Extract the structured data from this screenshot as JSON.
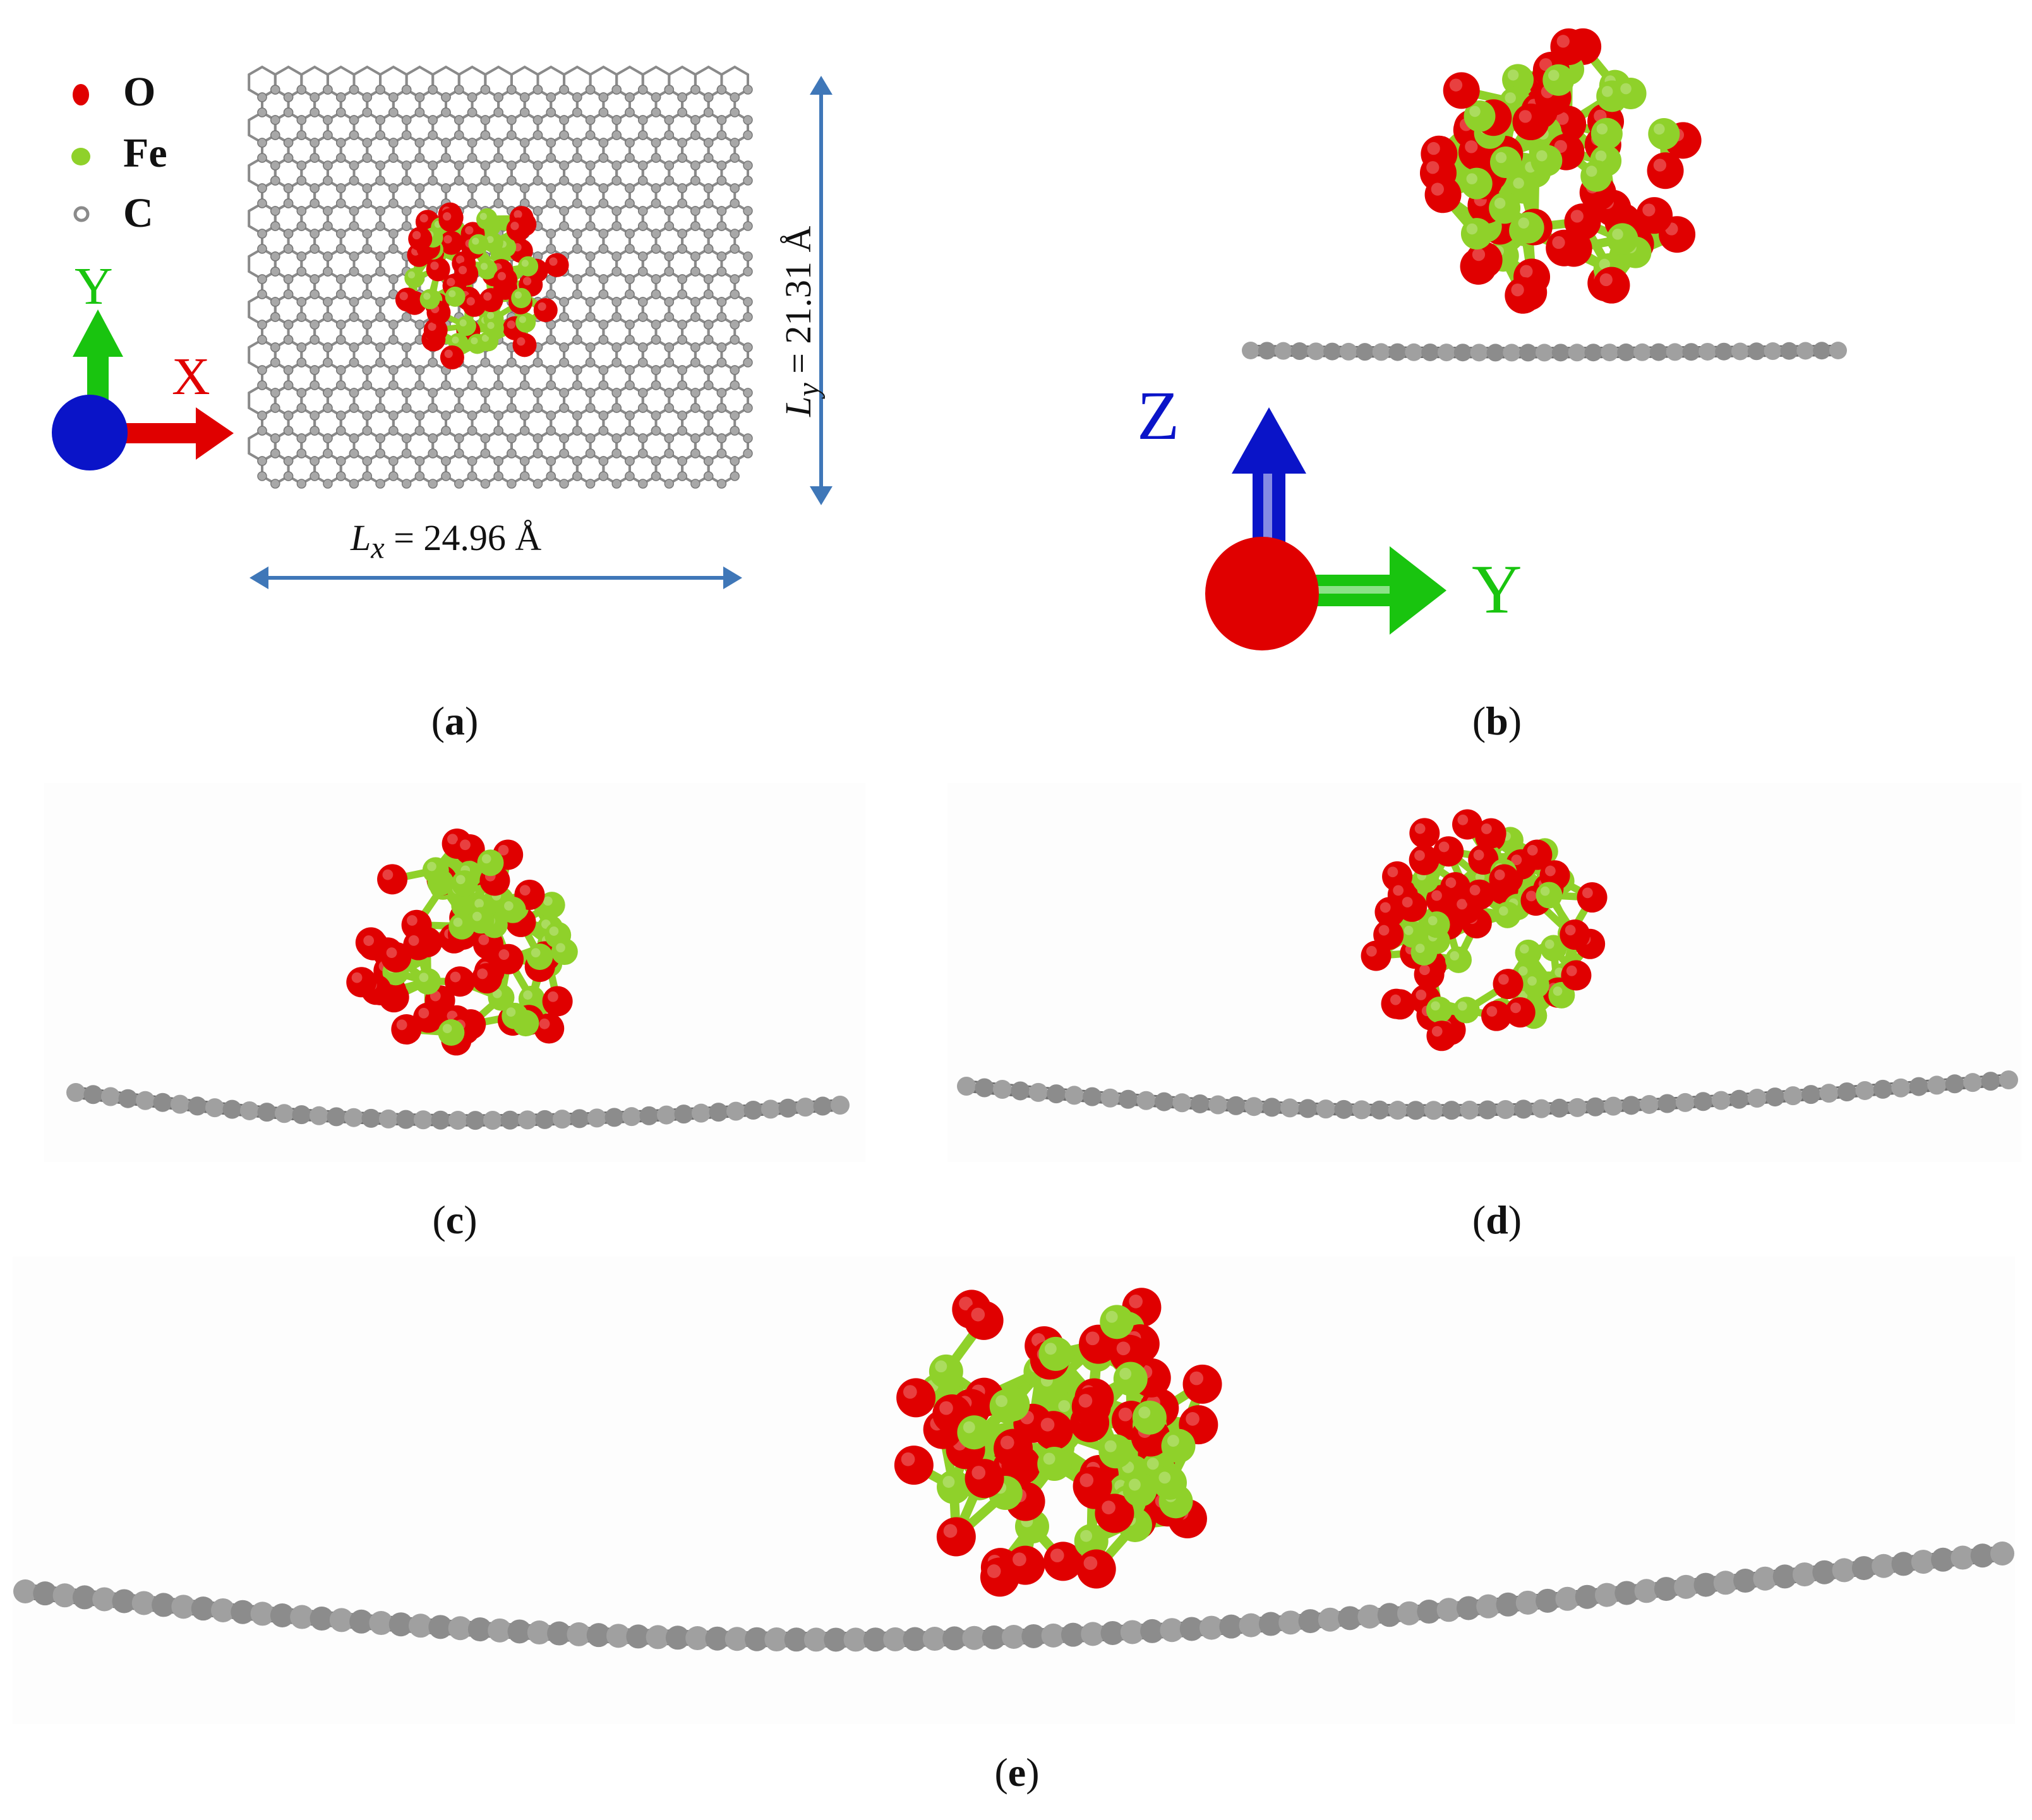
{
  "panels": [
    {
      "id": "a",
      "caption": "a"
    },
    {
      "id": "b",
      "caption": "b"
    },
    {
      "id": "c",
      "caption": "c"
    },
    {
      "id": "d",
      "caption": "d"
    },
    {
      "id": "e",
      "caption": "e"
    }
  ],
  "legend": [
    {
      "symbol": "O",
      "label": "O",
      "color": "#e00000"
    },
    {
      "symbol": "Fe",
      "label": "Fe",
      "color": "#8fd12a"
    },
    {
      "symbol": "C",
      "label": "C",
      "color": "#8a8a8a"
    }
  ],
  "axes_a": {
    "up": "Y",
    "right": "X"
  },
  "axes_b": {
    "up": "Z",
    "right": "Y"
  },
  "dimensions": {
    "lx_symbol": "L",
    "lx_sub": "x",
    "lx_value": " = 24.96 Å",
    "ly_symbol": "L",
    "ly_sub": "y",
    "ly_value": " = 21.31 Å"
  },
  "colors": {
    "oxygen": "#e00000",
    "iron": "#8fd12a",
    "carbon": "#8a8a8a",
    "arrow_blue": "#0a14c8",
    "arrow_green": "#19c40f",
    "arrow_red": "#e00000",
    "dimension_line": "#3f77b8"
  }
}
